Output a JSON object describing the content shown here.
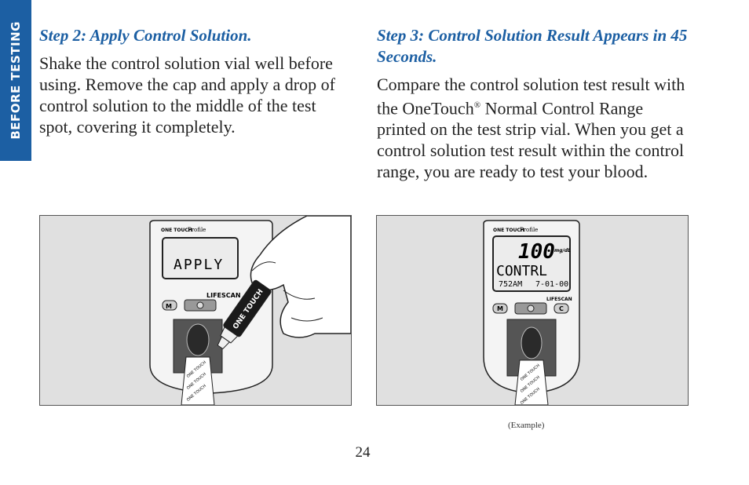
{
  "side_tab": {
    "label": "BEFORE TESTING"
  },
  "step2": {
    "heading": "Step 2:  Apply Control Solution.",
    "body": "Shake the control solution vial well before using. Remove the cap and apply a drop of control solution to the middle of the test spot, covering it completely."
  },
  "step3": {
    "heading": "Step 3:  Control Solution Result Appears in 45 Seconds.",
    "body_part1": "Compare the control solution test result with the OneTouch",
    "registered_mark": "®",
    "body_part2": " Normal Control Range printed on the test strip vial. When you get a control solution test result within the control range, you are ready to test your blood."
  },
  "figure_left": {
    "meter_brand": "ONE TOUCH",
    "meter_model": "Profile",
    "display": "APPLY",
    "maker": "LIFESCAN",
    "button_m": "M",
    "vial_label": "ONE TOUCH",
    "strip_text": "ONE TOUCH"
  },
  "figure_right": {
    "meter_brand": "ONE TOUCH",
    "meter_model": "Profile",
    "reading": "100",
    "unit": "mg/dL",
    "mode": "CONTRL",
    "time": "752AM",
    "date": "7-01-00",
    "maker": "LIFESCAN",
    "button_m": "M",
    "button_c": "C",
    "strip_text": "ONE TOUCH"
  },
  "caption": "(Example)",
  "page_number": "24"
}
